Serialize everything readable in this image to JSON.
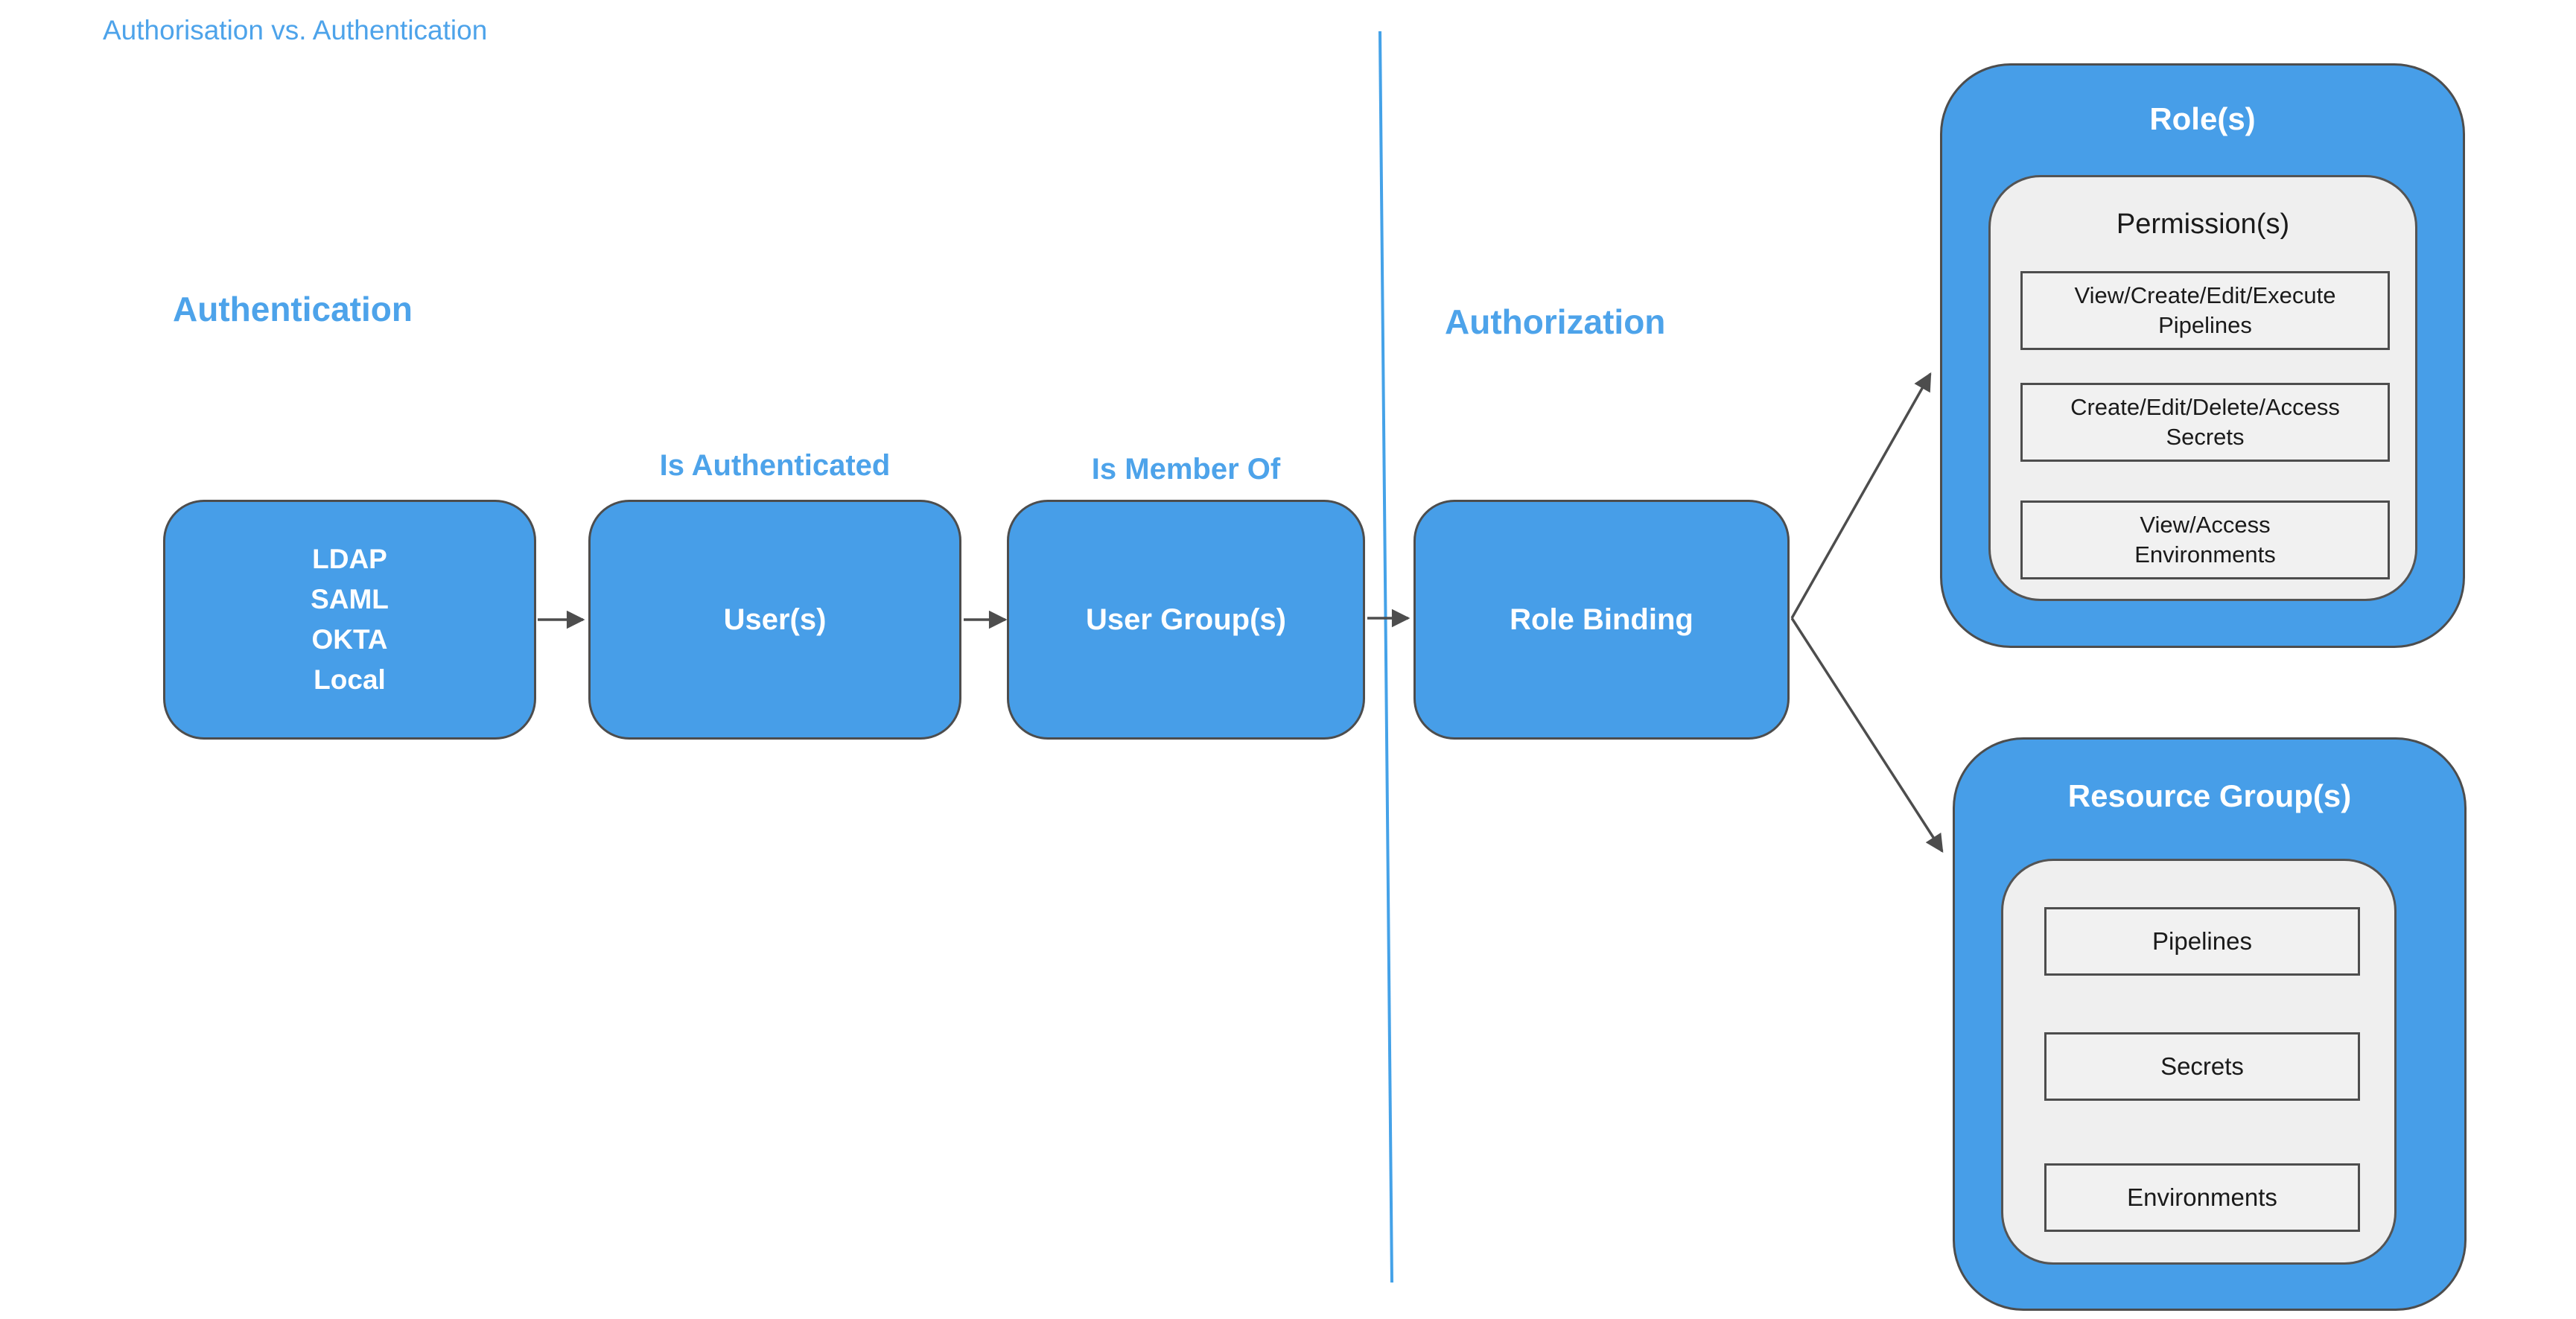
{
  "page_title": "Authorisation vs. Authentication",
  "colors": {
    "node_fill": "#479EE8",
    "node_border": "#4D4D4D",
    "accent_text": "#4DA3EA",
    "panel_fill": "#EFEFEF",
    "panel_border": "#545454",
    "arrow": "#4D4D4D",
    "divider": "#45A2E8",
    "node_text": "#FFFFFF"
  },
  "sections": {
    "authentication": {
      "heading": "Authentication"
    },
    "authorization": {
      "heading": "Authorization"
    }
  },
  "nodes": {
    "identity_providers": {
      "lines": [
        "LDAP",
        "SAML",
        "OKTA",
        "Local"
      ]
    },
    "users": {
      "label": "User(s)"
    },
    "user_groups": {
      "label": "User Group(s)"
    },
    "role_binding": {
      "label": "Role Binding"
    }
  },
  "edge_labels": {
    "is_authenticated": "Is Authenticated",
    "is_member_of": "Is Member Of"
  },
  "roles_container": {
    "label": "Role(s)",
    "permissions_heading": "Permission(s)",
    "permissions": [
      "View/Create/Edit/Execute\nPipelines",
      "Create/Edit/Delete/Access\nSecrets",
      "View/Access\nEnvironments"
    ]
  },
  "resource_groups_container": {
    "label": "Resource Group(s)",
    "resources": [
      "Pipelines",
      "Secrets",
      "Environments"
    ]
  }
}
